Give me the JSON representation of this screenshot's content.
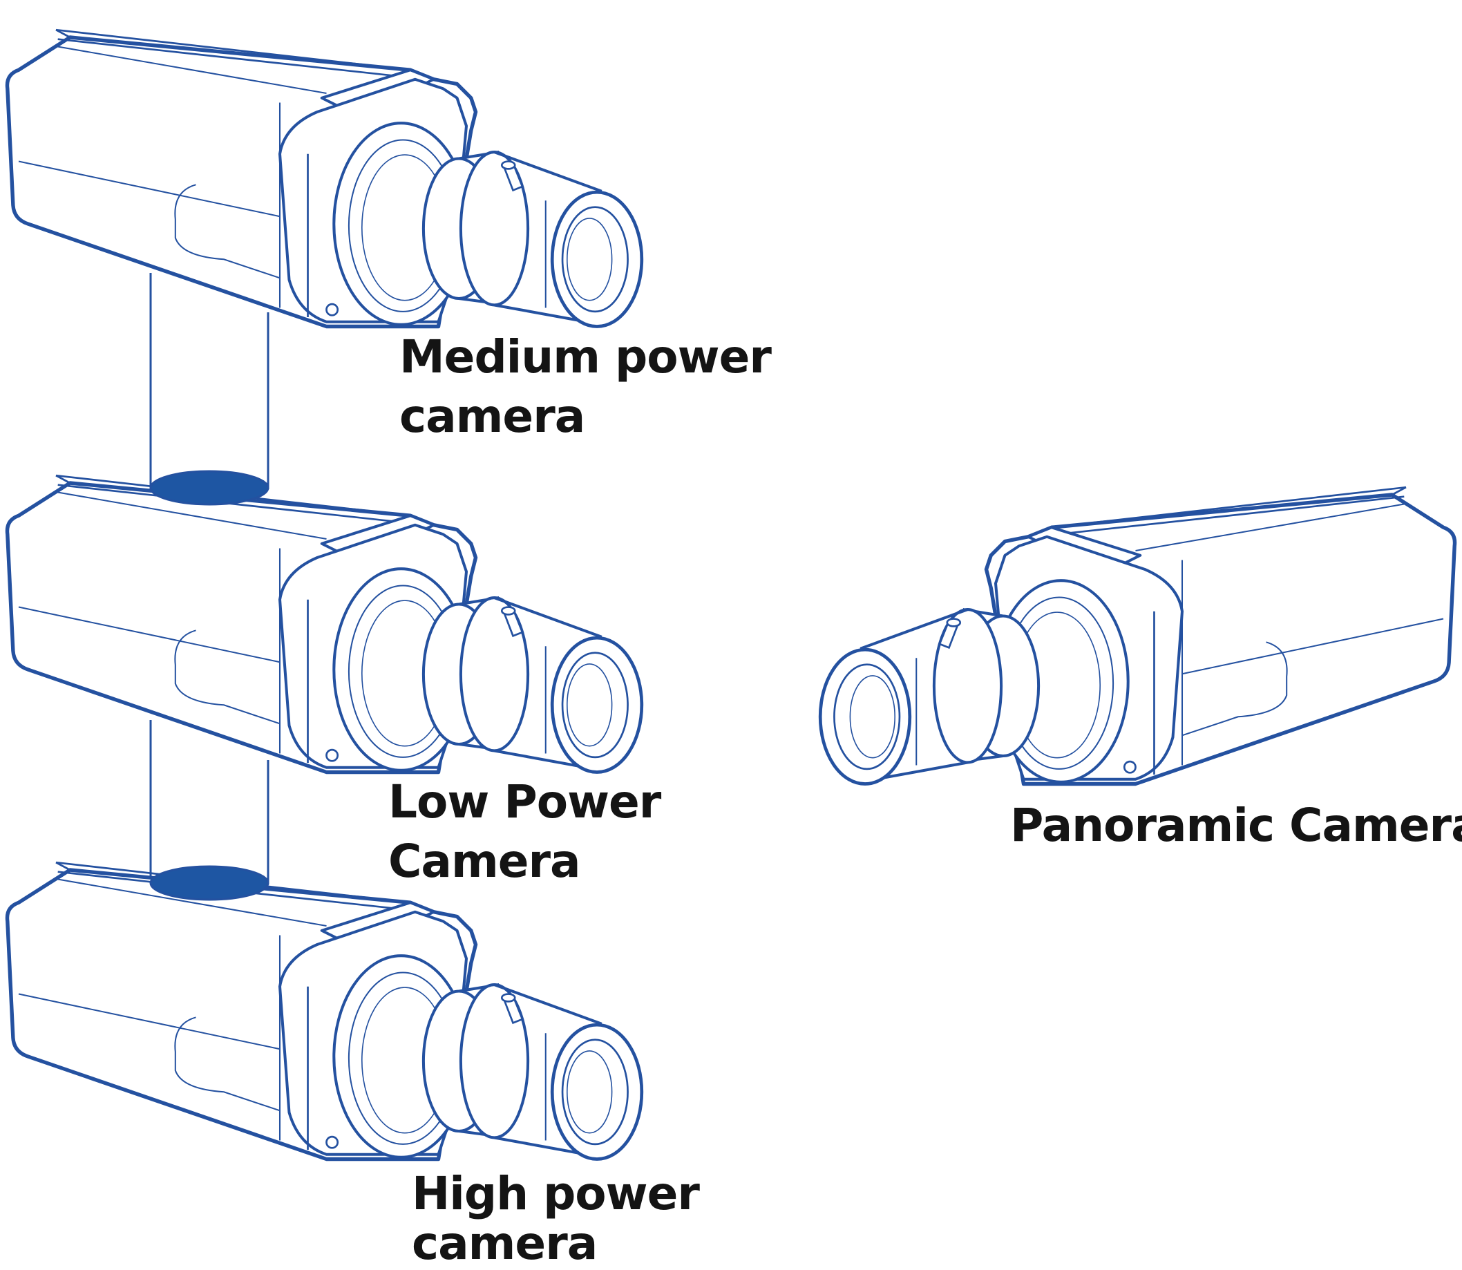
{
  "labels": {
    "medium": {
      "line1": "Medium power",
      "line2": "camera"
    },
    "low": {
      "line1": "Low Power",
      "line2": "Camera"
    },
    "high": {
      "line1": "High power",
      "line2": "camera"
    },
    "panoramic": {
      "line1": "Panoramic Camera"
    }
  },
  "colors": {
    "outline": "#2451a0",
    "fill": "#1e56a3",
    "text": "#141414"
  }
}
